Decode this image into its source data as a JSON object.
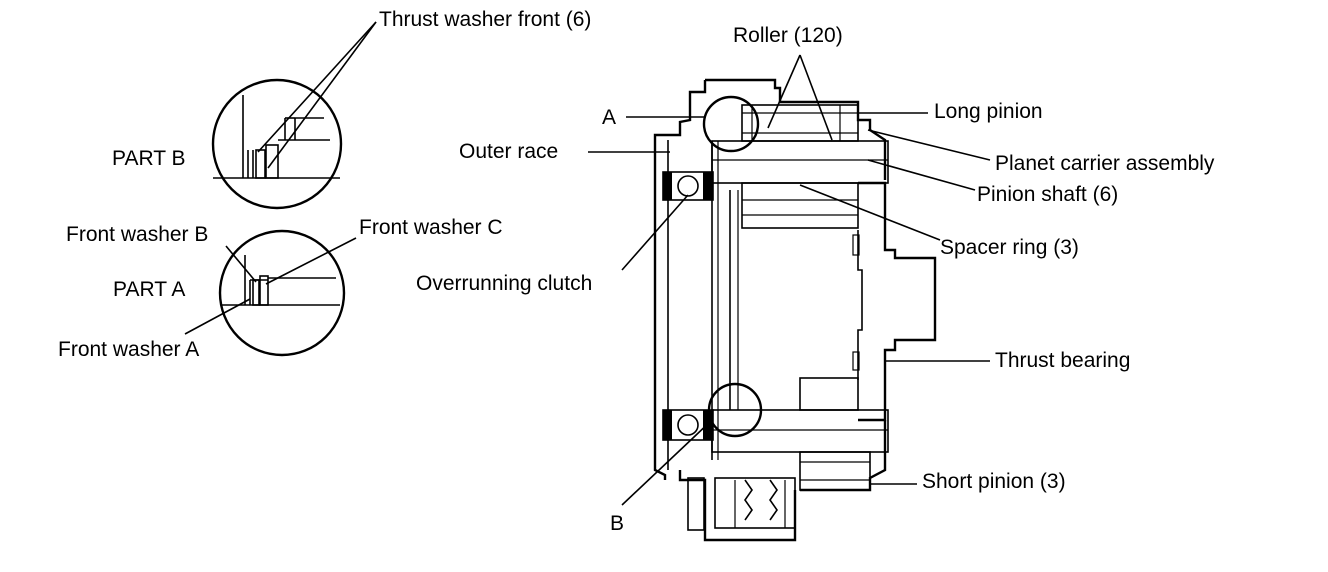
{
  "labels": {
    "thrust_washer_front": "Thrust washer front (6)",
    "part_b": "PART B",
    "front_washer_b": "Front washer B",
    "front_washer_c": "Front washer C",
    "part_a": "PART A",
    "front_washer_a": "Front washer A",
    "roller": "Roller (120)",
    "marker_a": "A",
    "long_pinion": "Long pinion",
    "outer_race": "Outer race",
    "planet_carrier_assembly": "Planet carrier assembly",
    "pinion_shaft": "Pinion shaft (6)",
    "spacer_ring": "Spacer ring (3)",
    "overrunning_clutch": "Overrunning clutch",
    "thrust_bearing": "Thrust bearing",
    "short_pinion": "Short pinion (3)",
    "marker_b": "B"
  }
}
